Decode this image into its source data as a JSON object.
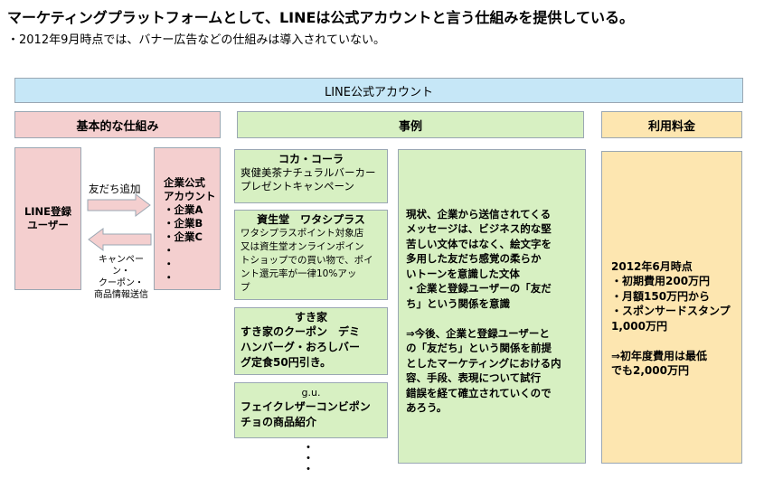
{
  "header": {
    "title": "マーケティングプラットフォームとして、LINEは公式アカウントと言う仕組みを提供している。",
    "subtitle": "・2012年9月時点では、バナー広告などの仕組みは導入されていない。"
  },
  "top_band": "LINE公式アカウント",
  "columns": {
    "basic": "基本的な仕組み",
    "cases": "事例",
    "fees": "利用料金"
  },
  "basic": {
    "user_box": "LINE登録\nユーザー",
    "arrow_right_label": "友だち追加",
    "arrow_left_label": "キャンペーン・\nクーポン・\n商品情報送信",
    "company_box": "企業公式\nアカウント\n・企業A\n・企業B\n・企業C\n・\n・\n・"
  },
  "cases": [
    {
      "head": "コカ・コーラ",
      "body": "爽健美茶ナチュラルバーカー\nプレゼントキャンペーン"
    },
    {
      "head": "資生堂　ワタシプラス",
      "body": "ワタシプラスポイント対象店\n又は資生堂オンラインポイン\nトショップでの買い物で、ポイ\nント還元率が一律10%アッ\nプ"
    },
    {
      "head": "すき家",
      "body": "すき家のクーポン　デミ\nハンバーグ・おろしバー\nグ定食50円引き。"
    },
    {
      "head": "g.u.",
      "body": "フェイクレザーコンビポン\nチョの商品紹介"
    }
  ],
  "cases_more": "・\n・\n・",
  "description": "現状、企業から送信されてくる\nメッセージは、ビジネス的な堅\n苦しい文体ではなく、絵文字を\n多用した友だち感覚の柔らか\nいトーンを意識した文体\n・企業と登録ユーザーの「友だ\nち」という関係を意識\n\n⇒今後、企業と登録ユーザーと\nの「友だち」という関係を前提\nとしたマーケティングにおける内\n容、手段、表現について試行\n錯誤を経て確立されていくので\nあろう。",
  "fees": "2012年6月時点\n・初期費用200万円\n・月額150万円から\n・スポンサードスタンプ\n1,000万円\n\n⇒初年度費用は最低\nでも2,000万円",
  "colors": {
    "blue": "#c6e7f7",
    "pink": "#f4cfcf",
    "green": "#d7f0c2",
    "tan": "#fde6b0",
    "border": "#9aa7b3"
  }
}
